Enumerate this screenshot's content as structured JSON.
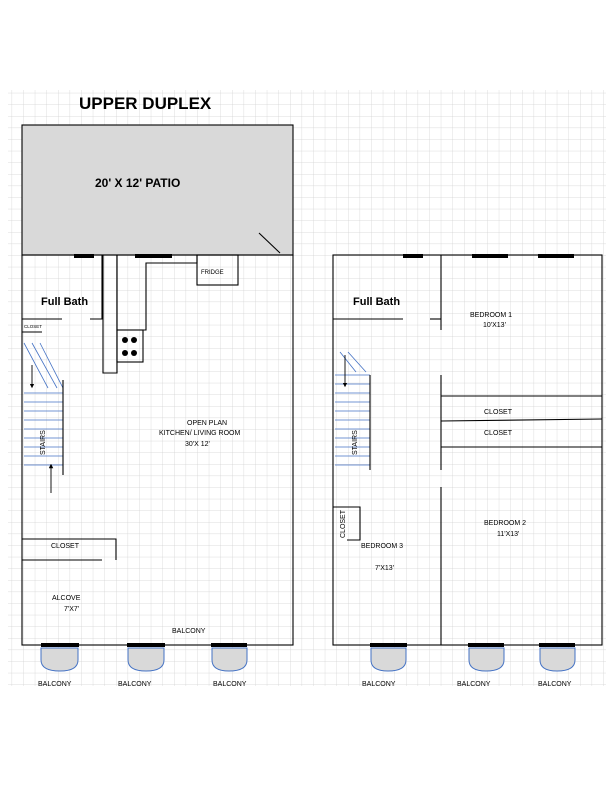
{
  "title": "UPPER DUPLEX",
  "patio": "20' X 12' PATIO",
  "left_unit": {
    "full_bath": "Full Bath",
    "small_closet": "CLOSET",
    "fridge": "FRIDGE",
    "stairs": "STAIRS",
    "open_plan": [
      "OPEN PLAN",
      "KITCHEN/ LIVING ROOM",
      "30'X 12'"
    ],
    "closet": "CLOSET",
    "alcove": [
      "ALCOVE",
      "7'X7'"
    ],
    "balcony_label": "BALCONY",
    "balconies": [
      "BALCONY",
      "BALCONY",
      "BALCONY"
    ]
  },
  "right_unit": {
    "full_bath": "Full Bath",
    "stairs": "STAIRS",
    "bedroom1": [
      "BEDROOM 1",
      "10'X13'"
    ],
    "closets": [
      "CLOSET",
      "CLOSET"
    ],
    "bedroom2": [
      "BEDROOM 2",
      "11'X13'"
    ],
    "closet_vertical": "CLOSET",
    "bedroom3": [
      "BEDROOM 3",
      "7'X13'"
    ],
    "balconies": [
      "BALCONY",
      "BALCONY",
      "BALCONY"
    ]
  },
  "colors": {
    "grid": "#d0d0d0",
    "patio": "#d9d9d9",
    "stairs": "#4472c4"
  }
}
